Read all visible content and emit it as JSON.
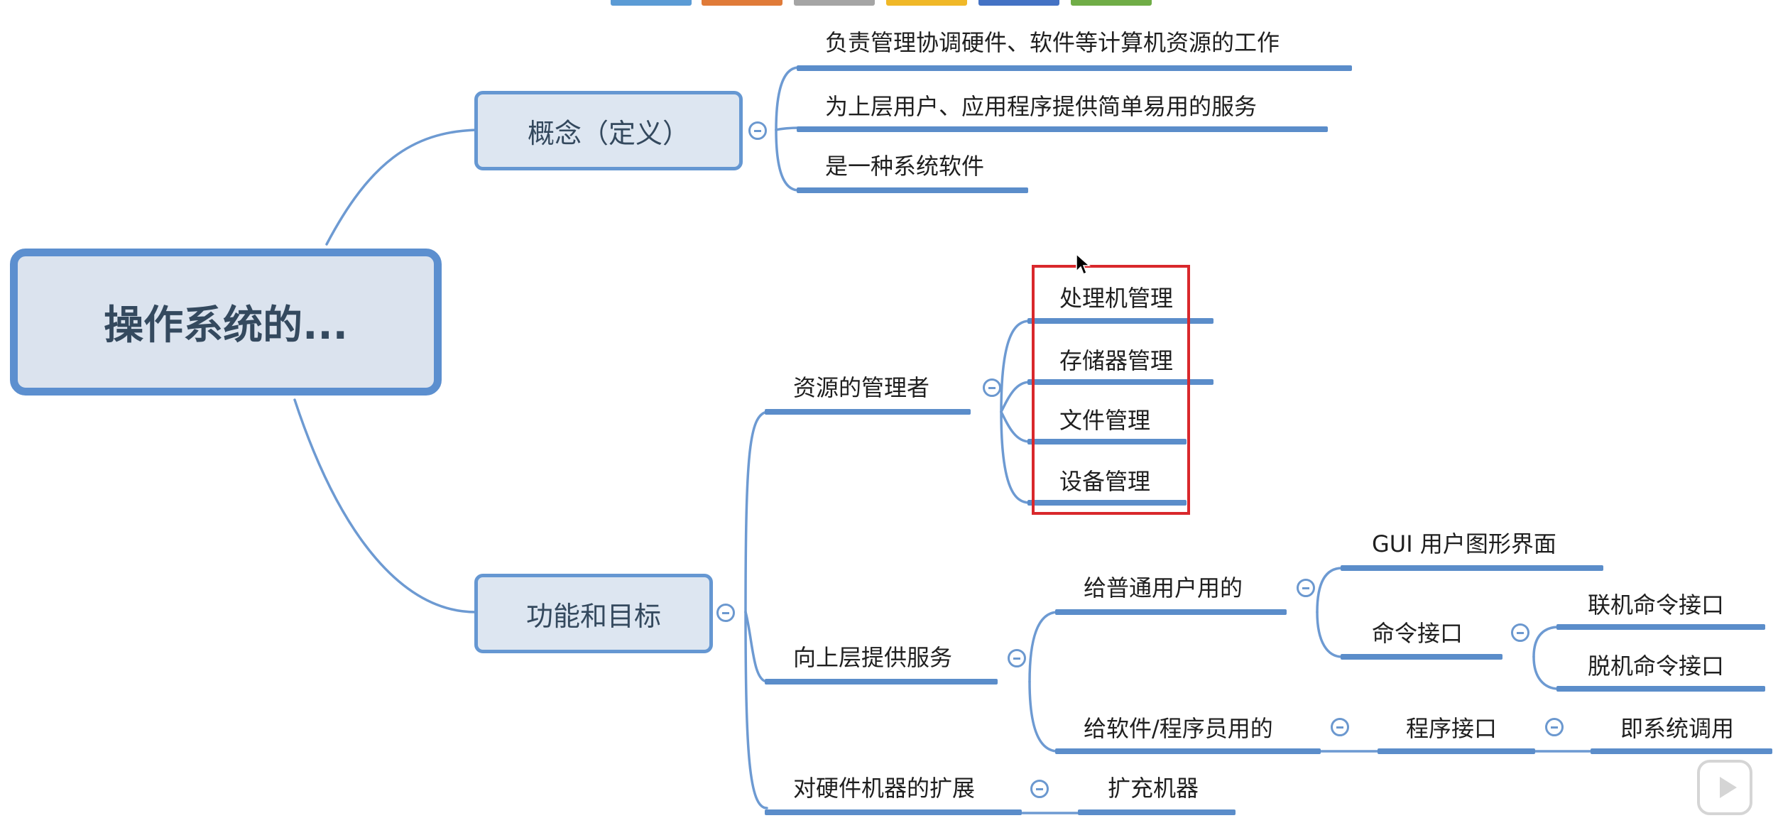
{
  "colors": {
    "link": "#6d9ad2",
    "underline": "#5b8dca",
    "node_border": "#6597d2",
    "node_fill": "#dde6f1",
    "highlight": "#d9282c",
    "toolbar": [
      "#5b9bd5",
      "#e07b39",
      "#a5a5a5",
      "#f0b828",
      "#4472c4",
      "#70ad47"
    ]
  },
  "mindmap": {
    "root": "操作系统的...",
    "concept": {
      "label": "概念（定义）",
      "items": [
        "负责管理协调硬件、软件等计算机资源的工作",
        "为上层用户、应用程序提供简单易用的服务",
        "是一种系统软件"
      ]
    },
    "functions": {
      "label": "功能和目标",
      "resource": {
        "label": "资源的管理者",
        "items": [
          "处理机管理",
          "存储器管理",
          "文件管理",
          "设备管理"
        ]
      },
      "service": {
        "label": "向上层提供服务",
        "user": {
          "label": "给普通用户用的",
          "gui": "GUI 用户图形界面",
          "cmd": {
            "label": "命令接口",
            "items": [
              "联机命令接口",
              "脱机命令接口"
            ]
          }
        },
        "program": {
          "label": "给软件/程序员用的",
          "api": "程序接口",
          "syscall": "即系统调用"
        }
      },
      "extension": {
        "label": "对硬件机器的扩展",
        "item": "扩充机器"
      }
    }
  }
}
